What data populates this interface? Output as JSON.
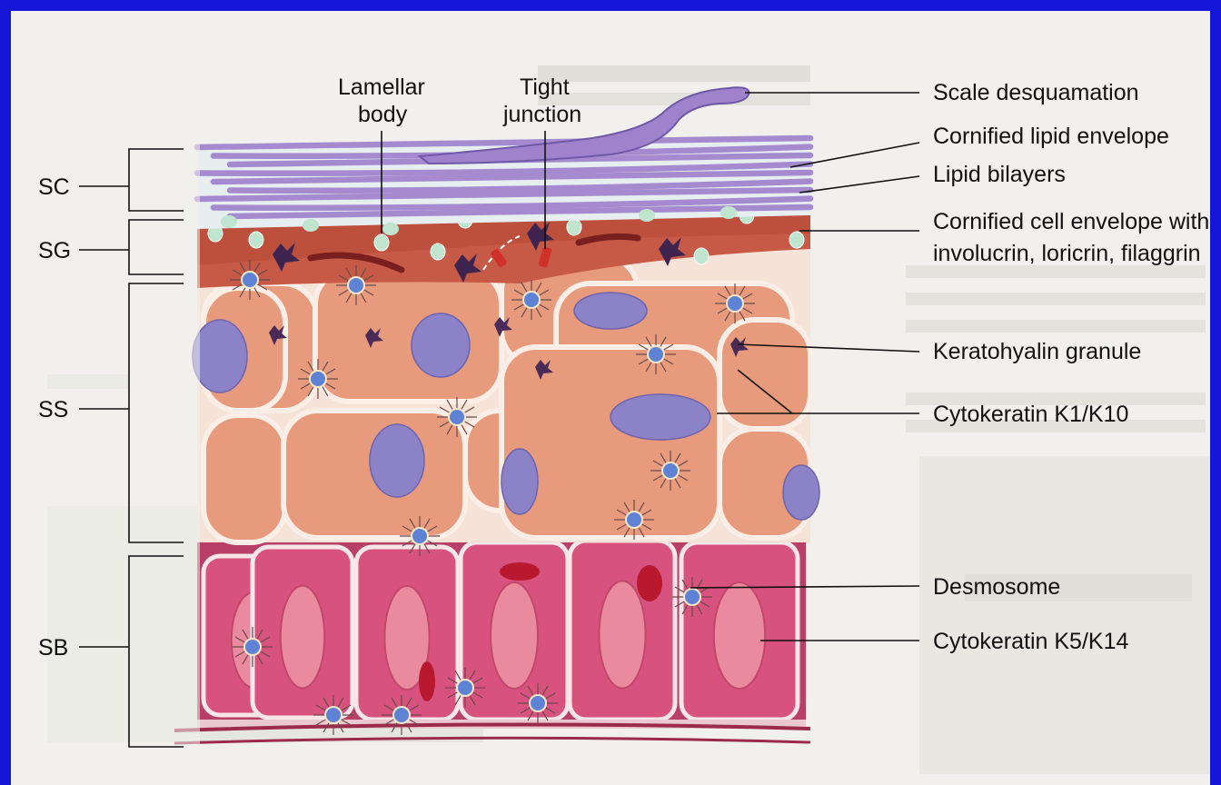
{
  "colors": {
    "frame": "#1616d8",
    "page": "#f1f0ec",
    "corneum": "#a58ad0",
    "granulosum": "#c86a55",
    "spinosum": "#e89a7c",
    "basale": "#c24a73",
    "nucleus": "#8b82c8",
    "desmosome": "#5f83d4"
  },
  "layers": {
    "sc": "SC",
    "sg": "SG",
    "ss": "SS",
    "sb": "SB"
  },
  "callouts_top": {
    "lamellar_1": "Lamellar",
    "lamellar_2": "body",
    "tight_1": "Tight",
    "tight_2": "junction"
  },
  "callouts_right": {
    "scale": "Scale desquamation",
    "lipid_envelope": "Cornified lipid envelope",
    "bilayers": "Lipid bilayers",
    "cell_envelope_1": "Cornified cell envelope with",
    "cell_envelope_2": "involucrin, loricrin, filaggrin",
    "keratohyalin": "Keratohyalin granule",
    "k1k10": "Cytokeratin K1/K10",
    "desmosome": "Desmosome",
    "k5k14": "Cytokeratin K5/K14"
  }
}
